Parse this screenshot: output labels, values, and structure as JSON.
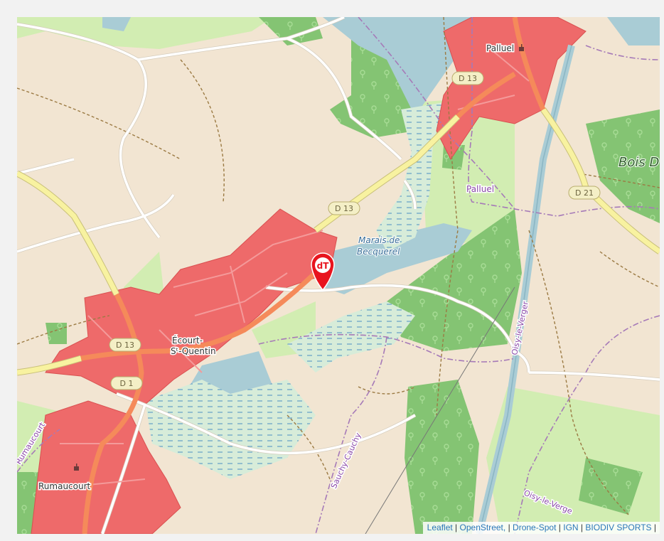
{
  "map": {
    "places": {
      "palluel_town": "Palluel",
      "palluel_field": "Palluel",
      "bois": "Bois D",
      "ecourt_line1": "Écourt-",
      "ecourt_line2": "Sᵗ-Quentin",
      "rumaucourt_town": "Rumaucourt",
      "rumaucourt_edge": "Rumaucourt",
      "sauchy": "Sauchy-Cauchy",
      "oisy_canal": "Oisy-le-Verger",
      "oisy_south": "Oisy-le-Verge"
    },
    "water": {
      "marais_line1": "Marais de",
      "marais_line2": "Becquerel"
    },
    "roads": {
      "d13_north": "D 13",
      "d13_center": "D 13",
      "d13_west": "D 13",
      "d13_south": "D 1",
      "d21": "D 21"
    },
    "marker": {
      "icon": "map-pin-icon",
      "logo_text": "dT",
      "color": "#e8141e"
    }
  },
  "attribution": {
    "items": [
      "Leaflet",
      "OpenStreet,",
      "Drone-Spot",
      "IGN",
      "BIODIV SPORTS"
    ],
    "separator": "|"
  },
  "colors": {
    "landuse": "#f2e5d2",
    "urban": "#ee6a6a",
    "forest": "#84c473",
    "meadow": "#d2edb2",
    "water": "#a9ccd5",
    "major_road": "#f8f2a0",
    "local_road": "#ffffff",
    "boundary": "#a67ab8"
  }
}
